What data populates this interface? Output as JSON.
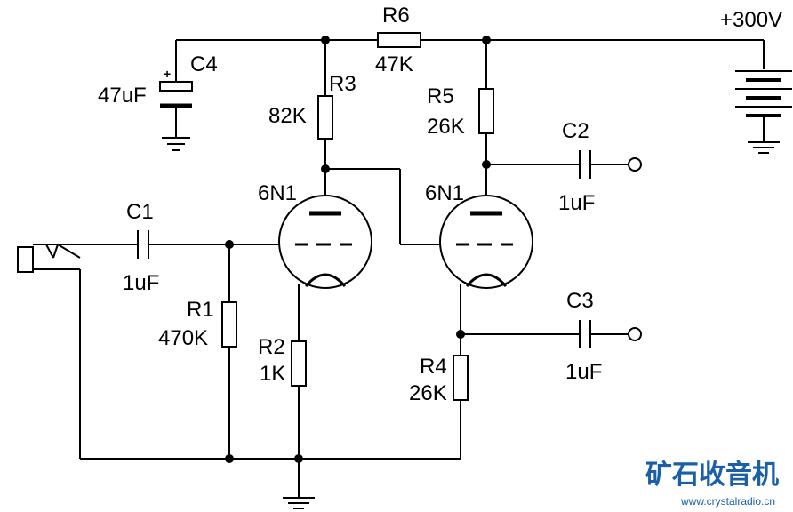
{
  "supply": {
    "voltage_label": "+300V"
  },
  "components": {
    "R1": {
      "ref": "R1",
      "value": "470K"
    },
    "R2": {
      "ref": "R2",
      "value": "1K"
    },
    "R3": {
      "ref": "R3",
      "value": "82K"
    },
    "R4": {
      "ref": "R4",
      "value": "26K"
    },
    "R5": {
      "ref": "R5",
      "value": "26K"
    },
    "R6": {
      "ref": "R6",
      "value": "47K"
    },
    "C1": {
      "ref": "C1",
      "value": "1uF"
    },
    "C2": {
      "ref": "C2",
      "value": "1uF"
    },
    "C3": {
      "ref": "C3",
      "value": "1uF"
    },
    "C4": {
      "ref": "C4",
      "value": "47uF",
      "polarity": "+"
    },
    "V1": {
      "type": "6N1"
    },
    "V2": {
      "type": "6N1"
    }
  },
  "watermark": {
    "title": "矿石收音机",
    "url": "www.crystalradio.cn"
  },
  "colors": {
    "wire": "#000000",
    "watermark": "#1a5fa8"
  }
}
